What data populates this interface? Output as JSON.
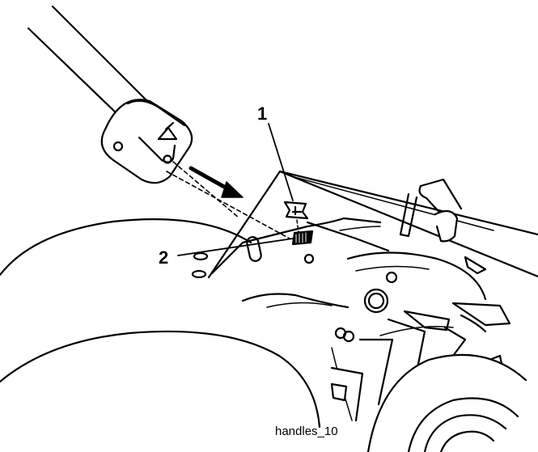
{
  "callouts": {
    "one": "1",
    "two": "2"
  },
  "caption": "handles_10",
  "colors": {
    "line": "#000000",
    "fill": "#ffffff"
  }
}
